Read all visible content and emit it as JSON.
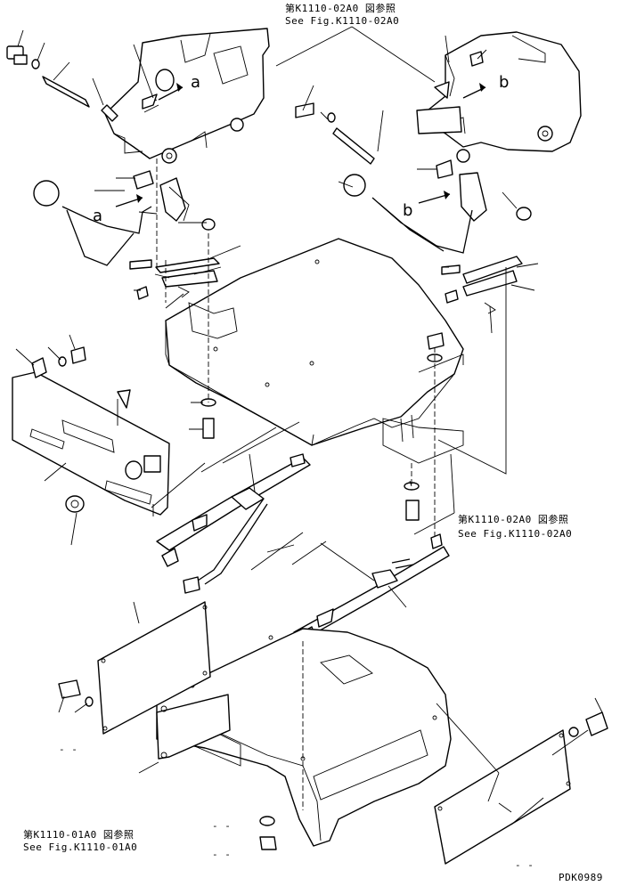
{
  "references": {
    "top_jp": "第K1110-02A0 図参照",
    "top_en": "See Fig.K1110-02A0",
    "mid_jp": "第K1110-02A0 図参照",
    "mid_en": "See Fig.K1110-02A0",
    "bottom_jp": "第K1110-01A0 図参照",
    "bottom_en": "See Fig.K1110-01A0"
  },
  "detail_labels": {
    "a_upper": "a",
    "a_lower": "a",
    "b_upper": "b",
    "b_lower": "b"
  },
  "dash_marks": {
    "left_mid": "- -",
    "bottom_washer": "- -",
    "bottom_nut": "- -",
    "bottom_right": "- -"
  },
  "drawing_code": "PDK0989"
}
